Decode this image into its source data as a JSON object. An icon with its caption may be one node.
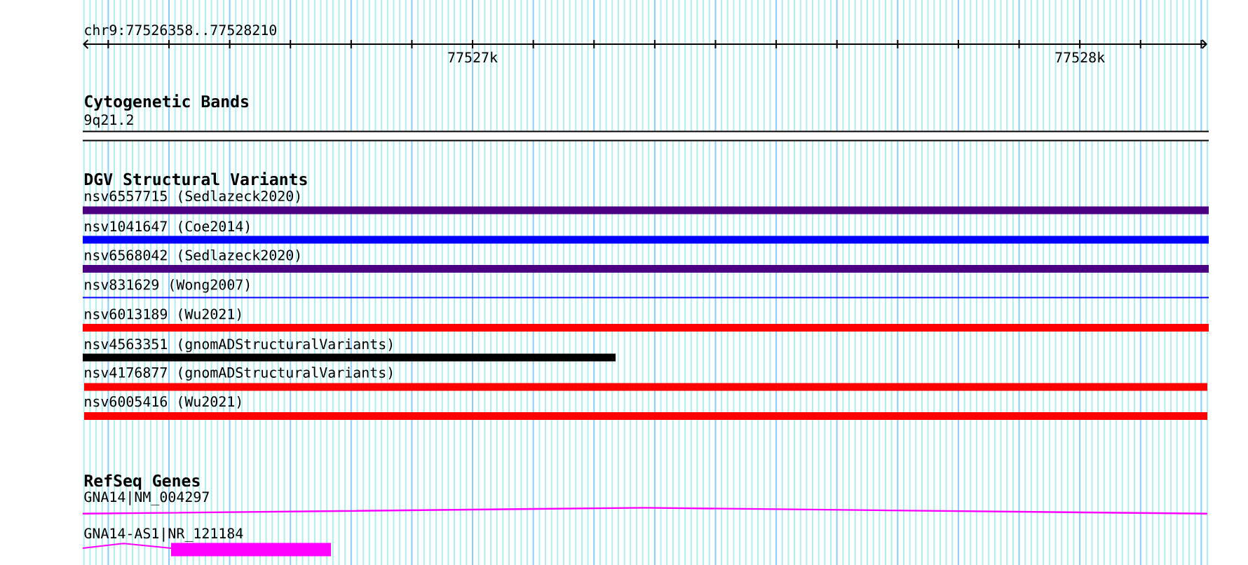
{
  "diagram": {
    "nodes": [
      {
        "text": [
          "9q21.2"
        ]
      },
      {
        "text": [
          "nsv6557715 (Sedlazeck2020)"
        ]
      },
      {
        "text": [
          "nsv1041647 (Coe2014)"
        ]
      },
      {
        "text": [
          "nsv6568042 (Sedlazeck2020)"
        ]
      },
      {
        "text": [
          "nsv831629 (Wong2007)"
        ]
      },
      {
        "text": [
          "nsv6013189 (Wu2021)"
        ]
      },
      {
        "text": [
          "nsv4563351 (gnomADStructuralVariants)"
        ]
      },
      {
        "text": [
          "nsv4176877 (gnomADStructuralVariants)"
        ]
      },
      {
        "text": [
          "nsv6005416 (Wu2021)"
        ]
      },
      {
        "text": [
          "GNA14|NM_004297"
        ]
      },
      {
        "text": [
          "GNA14-AS1|NR_121184"
        ]
      }
    ],
    "labels": [
      "chr9:77526358..77528210",
      "77527k",
      "77528k",
      "Cytogenetic Bands",
      "DGV Structural Variants",
      "RefSeq Genes"
    ]
  }
}
